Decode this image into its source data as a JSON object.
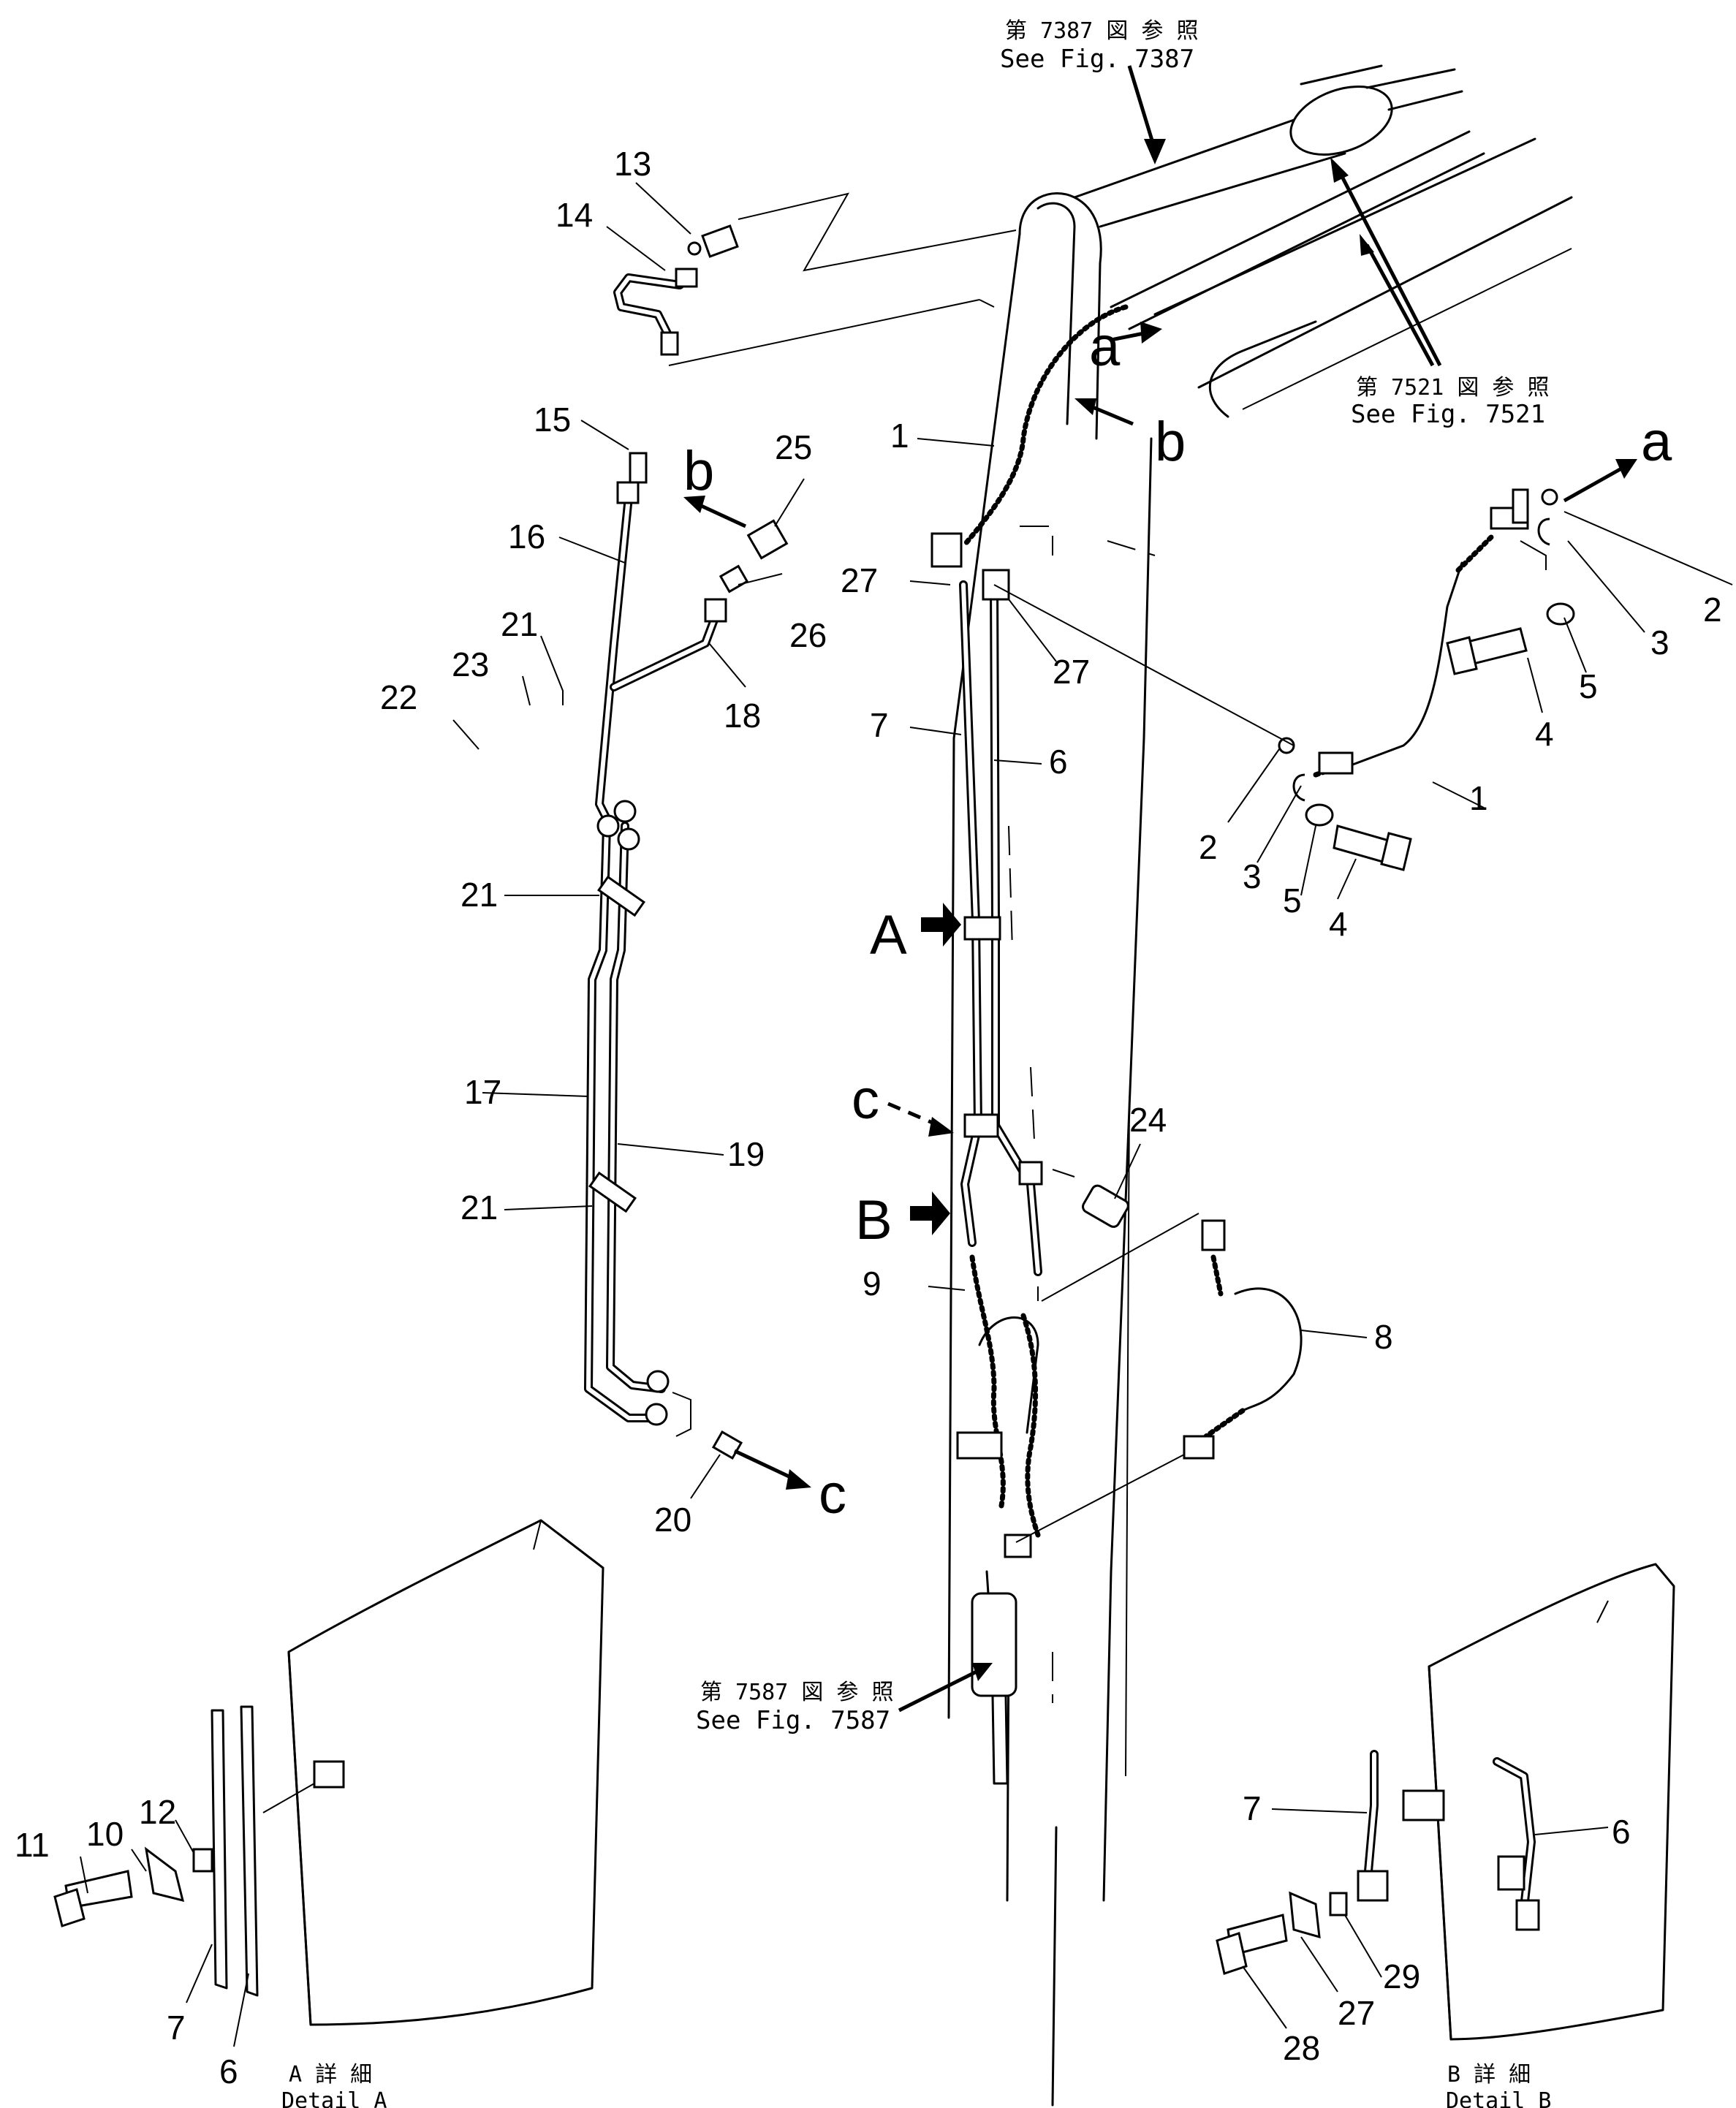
{
  "references": {
    "top": {
      "jp": "第 7387 図 参 照",
      "en": "See Fig. 7387"
    },
    "right": {
      "jp": "第 7521 図 参 照",
      "en": "See Fig. 7521"
    },
    "bottom": {
      "jp": "第 7587 図 参 照",
      "en": "See Fig. 7587"
    }
  },
  "details": {
    "a": {
      "jp": "A 詳 細",
      "en": "Detail A"
    },
    "b": {
      "jp": "B 詳 細",
      "en": "Detail B"
    }
  },
  "arrow_letters": {
    "a": "a",
    "b": "b",
    "c": "c",
    "A": "A",
    "B": "B"
  },
  "part_labels": [
    "1",
    "2",
    "3",
    "4",
    "5",
    "6",
    "7",
    "8",
    "9",
    "10",
    "11",
    "12",
    "13",
    "14",
    "15",
    "16",
    "17",
    "18",
    "19",
    "20",
    "21",
    "22",
    "23",
    "24",
    "25",
    "26",
    "27",
    "28",
    "29"
  ]
}
